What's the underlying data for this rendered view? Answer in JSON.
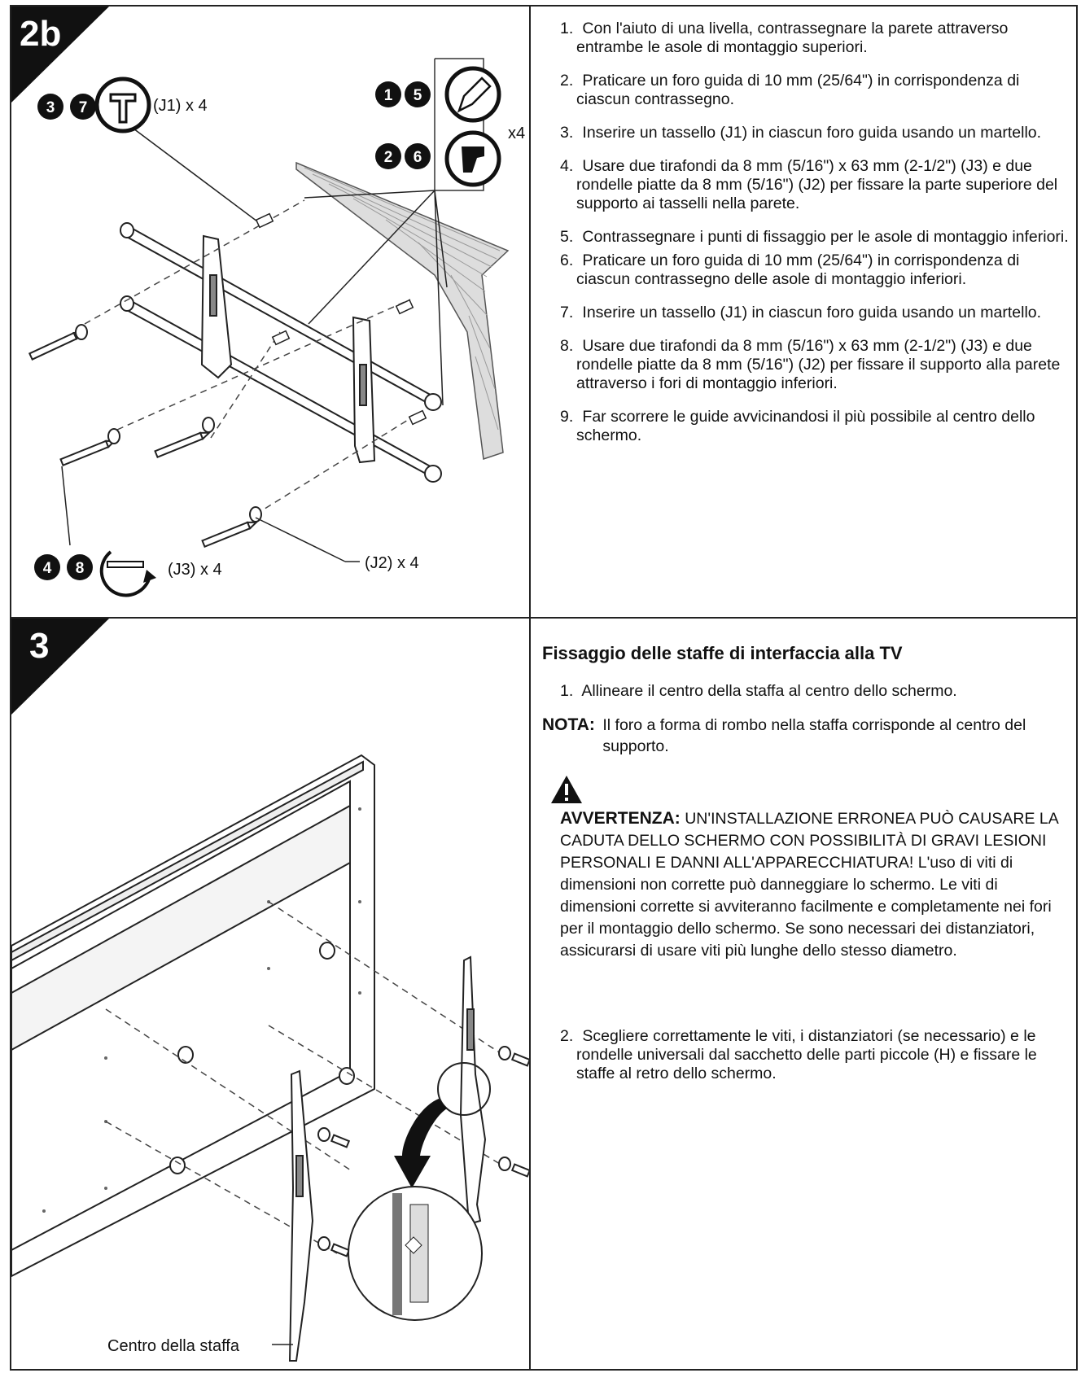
{
  "step_2b": {
    "number": "2b",
    "badges": {
      "top_left": [
        "3",
        "7"
      ],
      "pencil": [
        "1",
        "5"
      ],
      "drill": [
        "2",
        "6"
      ],
      "wrench": [
        "4",
        "8"
      ]
    },
    "icons": [
      "hammer-icon",
      "pencil-icon",
      "drill-icon",
      "wrench-icon"
    ],
    "callouts": {
      "j1": "(J1) x 4",
      "x4": "x4",
      "j3": "(J3) x 4",
      "j2": "(J2) x 4"
    },
    "instructions": [
      {
        "num": "1.",
        "text": "Con l'aiuto di una livella, contrassegnare la parete attraverso entrambe le asole di montaggio superiori."
      },
      {
        "num": "2.",
        "text": "Praticare un foro guida di 10 mm (25/64\") in corrispondenza di ciascun contrassegno."
      },
      {
        "num": "3.",
        "text": "Inserire un tassello (J1) in ciascun foro guida usando un martello."
      },
      {
        "num": "4.",
        "text": "Usare due tirafondi da 8 mm (5/16\") x 63 mm (2-1/2\") (J3) e due rondelle piatte da 8 mm (5/16\") (J2) per fissare la parte superiore del supporto ai tasselli nella parete."
      },
      {
        "num": "5.",
        "text": "Contrassegnare i punti di fissaggio per le asole di montaggio inferiori."
      },
      {
        "num": "6.",
        "text": "Praticare un foro guida di 10 mm (25/64\") in corrispondenza di ciascun contrassegno delle asole di montaggio inferiori."
      },
      {
        "num": "7.",
        "text": "Inserire un tassello (J1) in ciascun foro guida usando un martello."
      },
      {
        "num": "8.",
        "text": "Usare due tirafondi da 8 mm (5/16\") x 63 mm (2-1/2\") (J3) e due rondelle piatte da 8 mm (5/16\") (J2) per fissare il supporto alla parete attraverso i fori di montaggio inferiori."
      },
      {
        "num": "9.",
        "text": "Far scorrere le guide avvicinandosi il più possibile al centro dello schermo."
      }
    ]
  },
  "step_3": {
    "number": "3",
    "heading": "Fissaggio delle staffe di interfaccia alla TV",
    "instruction_1": {
      "num": "1.",
      "text": "Allineare il centro della staffa al centro dello schermo."
    },
    "nota": {
      "label": "NOTA:",
      "text": "Il foro a forma di rombo nella staffa corrisponde al centro del supporto."
    },
    "warning": {
      "label": "AVVERTENZA:",
      "text_caps": "UN'INSTALLAZIONE ERRONEA PUÒ CAUSARE LA CADUTA DELLO SCHERMO CON POSSIBILITÀ DI GRAVI LESIONI PERSONALI E DANNI ALL'APPARECCHIATURA!",
      "text": "L'uso di viti di dimensioni non corrette può danneggiare lo schermo. Le viti di dimensioni corrette si avviteranno facilmente e completamente nei fori per il montaggio dello schermo. Se sono necessari dei distanziatori, assicurarsi di usare viti più lunghe dello stesso diametro.",
      "icon": "warning-triangle-icon"
    },
    "instruction_2": {
      "num": "2.",
      "text": "Scegliere correttamente le viti, i distanziatori (se necessario) e le rondelle universali dal sacchetto delle parti piccole (H) e fissare le staffe al retro dello schermo."
    },
    "callout": "Centro della staffa"
  }
}
